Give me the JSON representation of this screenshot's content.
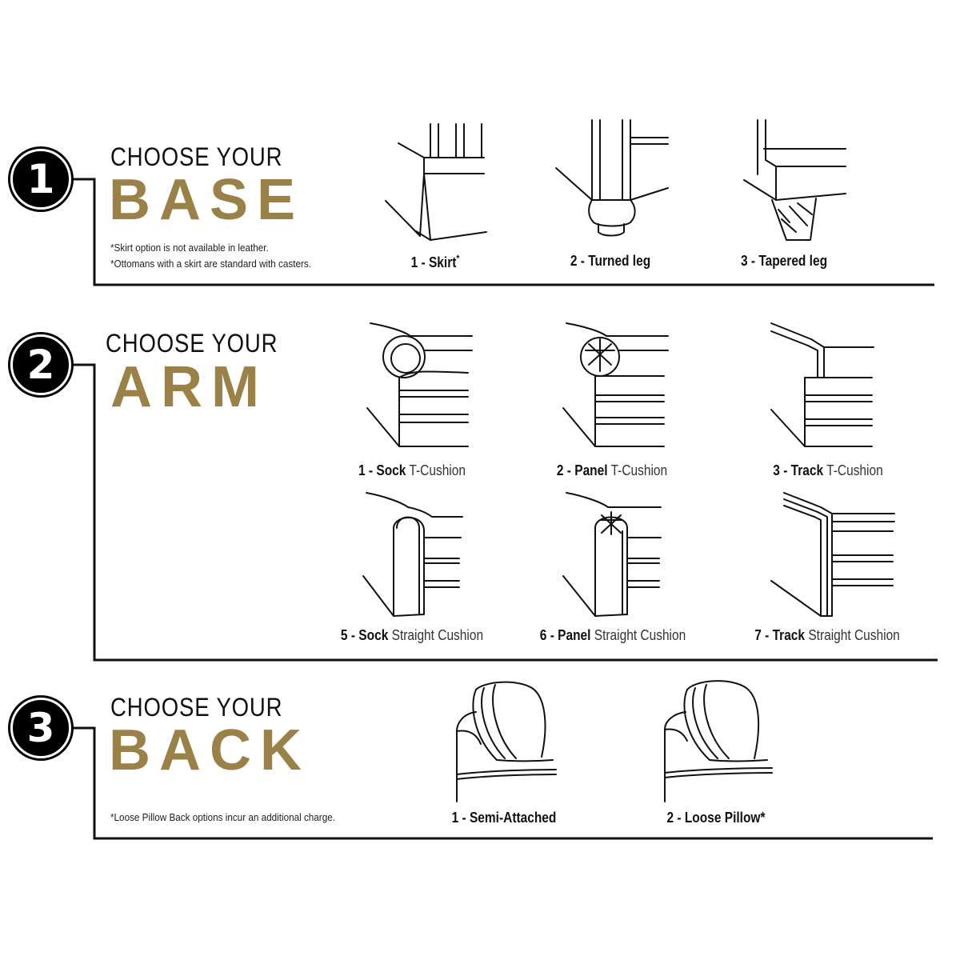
{
  "colors": {
    "accent": "#9a8148",
    "ink": "#111111",
    "background": "#ffffff"
  },
  "sections": [
    {
      "number": "1",
      "heading": "CHOOSE YOUR",
      "title": "BASE",
      "notes": [
        "*Skirt option is not available in leather.",
        "*Ottomans with a skirt are standard with casters."
      ],
      "options": [
        {
          "code": "1 - ",
          "name": "Skirt",
          "suffix": "*",
          "detail": "",
          "icon": "skirt-base-icon"
        },
        {
          "code": "2 - ",
          "name": "Turned leg",
          "suffix": "",
          "detail": "",
          "icon": "turned-leg-icon"
        },
        {
          "code": "3 - ",
          "name": "Tapered leg",
          "suffix": "",
          "detail": "",
          "icon": "tapered-leg-icon"
        }
      ]
    },
    {
      "number": "2",
      "heading": "CHOOSE YOUR",
      "title": "ARM",
      "notes": [],
      "options": [
        {
          "code": "1 - ",
          "name": "Sock",
          "suffix": "",
          "detail": " T-Cushion",
          "icon": "sock-arm-t-cushion-icon"
        },
        {
          "code": "2 - ",
          "name": "Panel",
          "suffix": "",
          "detail": " T-Cushion",
          "icon": "panel-arm-t-cushion-icon"
        },
        {
          "code": "3 - ",
          "name": "Track",
          "suffix": "",
          "detail": " T-Cushion",
          "icon": "track-arm-t-cushion-icon"
        },
        {
          "code": "5 - ",
          "name": "Sock",
          "suffix": "",
          "detail": " Straight Cushion",
          "icon": "sock-arm-straight-cushion-icon"
        },
        {
          "code": "6 - ",
          "name": "Panel",
          "suffix": "",
          "detail": " Straight Cushion",
          "icon": "panel-arm-straight-cushion-icon"
        },
        {
          "code": "7 - ",
          "name": "Track",
          "suffix": "",
          "detail": " Straight Cushion",
          "icon": "track-arm-straight-cushion-icon"
        }
      ]
    },
    {
      "number": "3",
      "heading": "CHOOSE YOUR",
      "title": "BACK",
      "notes": [
        "*Loose Pillow Back options incur an additional charge."
      ],
      "options": [
        {
          "code": "1 - ",
          "name": "Semi-Attached",
          "suffix": "",
          "detail": "",
          "icon": "semi-attached-back-icon"
        },
        {
          "code": "2 - ",
          "name": "Loose Pillow",
          "suffix": "*",
          "detail": "",
          "icon": "loose-pillow-back-icon"
        }
      ]
    }
  ]
}
